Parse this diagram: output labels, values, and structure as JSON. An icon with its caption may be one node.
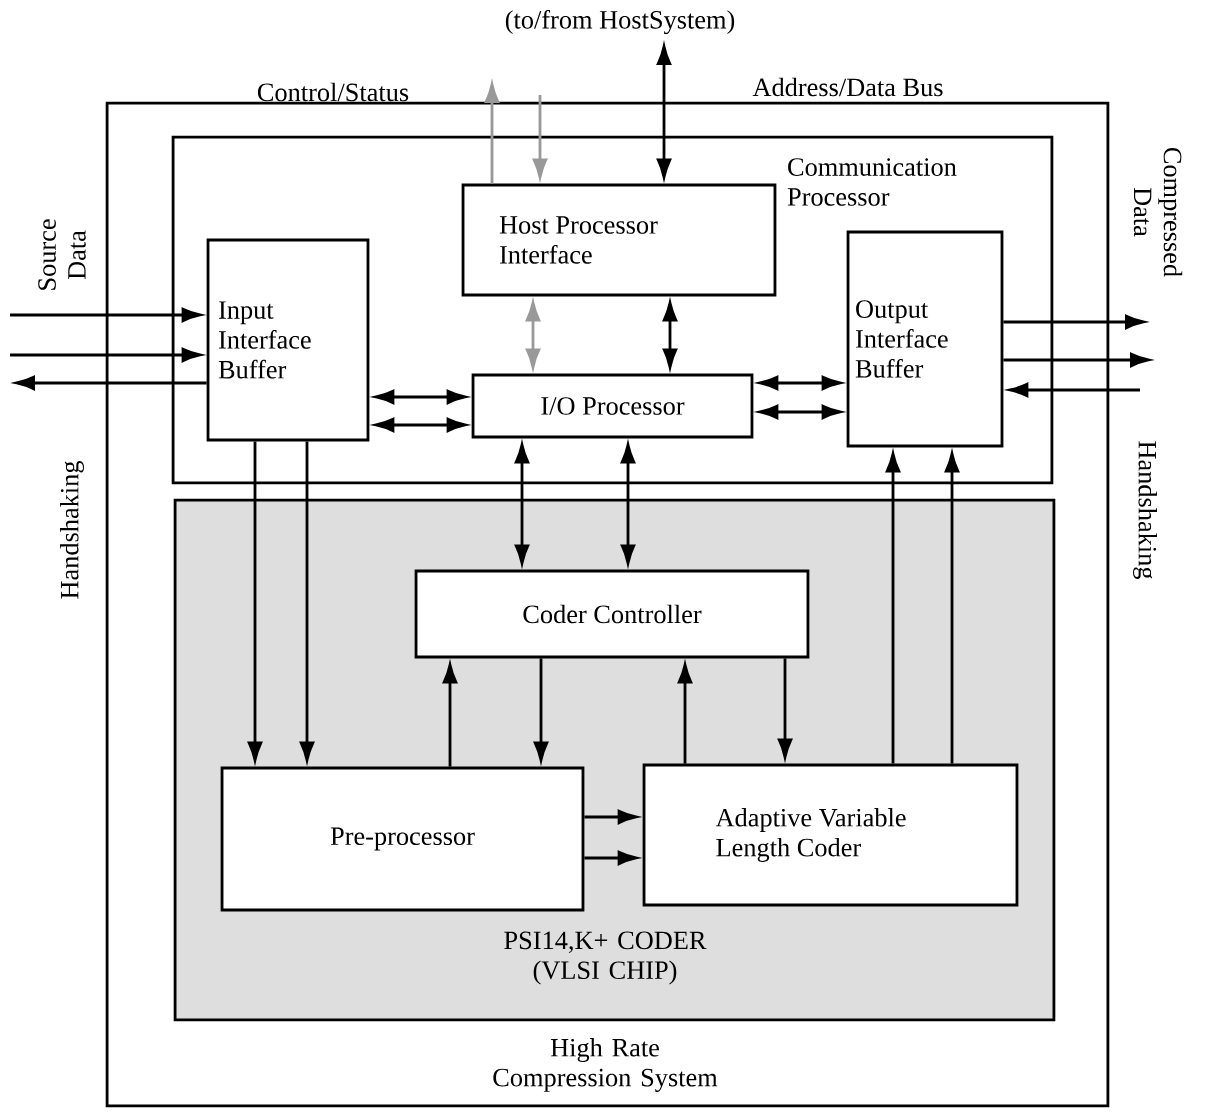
{
  "diagram": {
    "nodes": [
      {
        "text": [
          "High Rate Compression System"
        ]
      },
      {
        "text": [
          "Communication Processor"
        ],
        "in": 0
      },
      {
        "text": [
          "Host Processor Interface"
        ],
        "in": 1
      },
      {
        "text": [
          "Input Interface Buffer"
        ],
        "in": 1
      },
      {
        "text": [
          "I/O Processor"
        ],
        "in": 1
      },
      {
        "text": [
          "Output Interface Buffer"
        ],
        "in": 1
      },
      {
        "text": [
          "PSI14,K+ CODER (VLSI CHIP)"
        ],
        "in": 0
      },
      {
        "text": [
          "Coder Controller"
        ],
        "in": 6
      },
      {
        "text": [
          "Pre-processor"
        ],
        "in": 6
      },
      {
        "text": [
          "Adaptive Variable Length Coder"
        ],
        "in": 6
      }
    ],
    "edges": [
      {
        "from": 2,
        "to": null,
        "arrow": "to",
        "color": "#999999"
      },
      {
        "from": null,
        "to": 2,
        "arrow": "to",
        "color": "#999999"
      },
      {
        "from": null,
        "to": 2,
        "arrow": "both"
      },
      {
        "from": 2,
        "to": 4,
        "arrow": "both",
        "color": "#999999"
      },
      {
        "from": 2,
        "to": 4,
        "arrow": "both"
      },
      {
        "from": null,
        "to": 3,
        "arrow": "to"
      },
      {
        "from": null,
        "to": 3,
        "arrow": "to"
      },
      {
        "from": 3,
        "to": null,
        "arrow": "to"
      },
      {
        "from": 3,
        "to": 4,
        "arrow": "both"
      },
      {
        "from": 3,
        "to": 4,
        "arrow": "both"
      },
      {
        "from": 4,
        "to": 5,
        "arrow": "both"
      },
      {
        "from": 4,
        "to": 5,
        "arrow": "both"
      },
      {
        "from": 5,
        "to": null,
        "arrow": "to"
      },
      {
        "from": 5,
        "to": null,
        "arrow": "to"
      },
      {
        "from": null,
        "to": 5,
        "arrow": "to"
      },
      {
        "from": 4,
        "to": 7,
        "arrow": "both"
      },
      {
        "from": 4,
        "to": 7,
        "arrow": "both"
      },
      {
        "from": 3,
        "to": 8,
        "arrow": "to"
      },
      {
        "from": 3,
        "to": 8,
        "arrow": "to"
      },
      {
        "from": 8,
        "to": 7,
        "arrow": "to"
      },
      {
        "from": 7,
        "to": 8,
        "arrow": "to"
      },
      {
        "from": 9,
        "to": 7,
        "arrow": "to"
      },
      {
        "from": 7,
        "to": 9,
        "arrow": "to"
      },
      {
        "from": 8,
        "to": 9,
        "arrow": "to"
      },
      {
        "from": 8,
        "to": 9,
        "arrow": "to"
      },
      {
        "from": 9,
        "to": 5,
        "arrow": "to"
      },
      {
        "from": 9,
        "to": 5,
        "arrow": "to"
      }
    ],
    "labels": [
      "(to/from HostSystem)",
      "Control/Status",
      "Address/Data Bus",
      "Source Data",
      "Compressed Data",
      "Handshaking",
      "Handshaking"
    ]
  }
}
